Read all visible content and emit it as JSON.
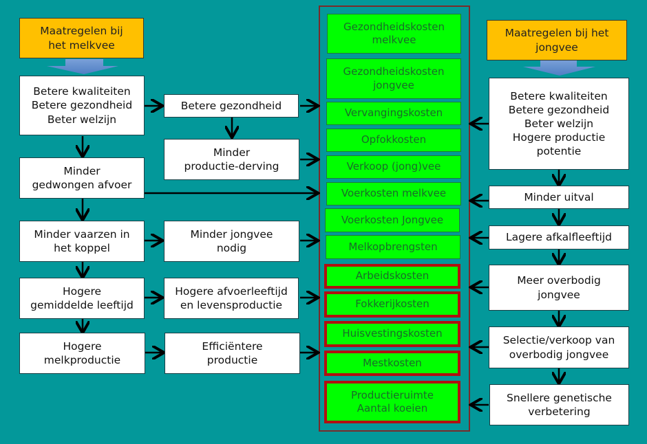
{
  "left": {
    "header": [
      "Maatregelen bij",
      "het  melkvee"
    ],
    "col1": [
      [
        "Betere kwaliteiten",
        "Betere gezondheid",
        "Beter welzijn"
      ],
      [
        "Minder",
        "gedwongen afvoer"
      ],
      [
        "Minder vaarzen in",
        "het koppel"
      ],
      [
        "Hogere",
        "gemiddelde leeftijd"
      ],
      [
        "Hogere",
        "melkproductie"
      ]
    ],
    "col2": [
      [
        "Betere gezondheid"
      ],
      [
        "Minder",
        "productie-derving"
      ],
      [
        "Minder jongvee",
        "nodig"
      ],
      [
        "Hogere afvoerleeftijd",
        "en levensproductie"
      ],
      [
        "Efficiëntere",
        "productie"
      ]
    ]
  },
  "center": {
    "items": [
      {
        "lines": [
          "Gezondheidskosten",
          "melkvee"
        ],
        "highlight": false
      },
      {
        "lines": [
          "Gezondheidskosten",
          "jongvee"
        ],
        "highlight": false
      },
      {
        "lines": [
          "Vervangingskosten"
        ],
        "highlight": false
      },
      {
        "lines": [
          "Opfokkosten"
        ],
        "highlight": false
      },
      {
        "lines": [
          "Verkoop (jong)vee"
        ],
        "highlight": false
      },
      {
        "lines": [
          "Voerkosten melkvee"
        ],
        "highlight": false
      },
      {
        "lines": [
          "Voerkosten Jongvee"
        ],
        "highlight": false
      },
      {
        "lines": [
          "Melkopbrengsten"
        ],
        "highlight": false
      },
      {
        "lines": [
          "Arbeidskosten"
        ],
        "highlight": true
      },
      {
        "lines": [
          "Fokkerijkosten"
        ],
        "highlight": true
      },
      {
        "lines": [
          "Huisvestingskosten"
        ],
        "highlight": true
      },
      {
        "lines": [
          "Mestkosten"
        ],
        "highlight": true
      },
      {
        "lines": [
          "Productieruimte",
          "Aantal koeien"
        ],
        "highlight": true
      }
    ]
  },
  "right": {
    "header": [
      "Maatregelen bij het",
      "jongvee"
    ],
    "items": [
      [
        "Betere kwaliteiten",
        "Betere gezondheid",
        "Beter welzijn",
        "Hogere productie",
        "potentie"
      ],
      [
        "Minder uitval"
      ],
      [
        "Lagere afkalfleeftijd"
      ],
      [
        "Meer overbodig",
        "jongvee"
      ],
      [
        "Selectie/verkoop van",
        "overbodig jongvee"
      ],
      [
        "Snellere genetische",
        "verbetering"
      ]
    ]
  },
  "colors": {
    "background": "#03989a",
    "action_header": "#ffc000",
    "cost_item": "#00ff00",
    "highlight_border": "#b01010"
  }
}
